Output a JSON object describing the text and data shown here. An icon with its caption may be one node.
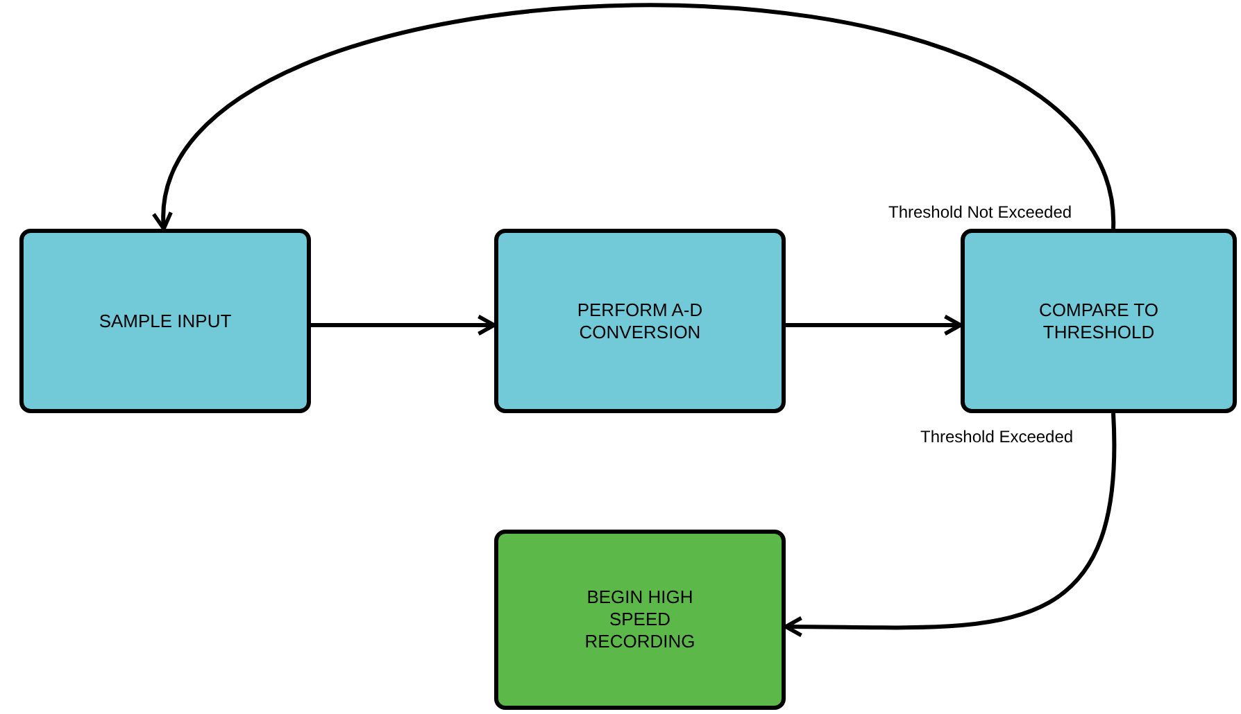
{
  "diagram": {
    "nodes": [
      {
        "text": [
          "SAMPLE INPUT"
        ]
      },
      {
        "text": [
          "PERFORM A-D CONVERSION"
        ]
      },
      {
        "text": [
          "COMPARE TO THRESHOLD"
        ]
      },
      {
        "text": [
          "BEGIN HIGH SPEED RECORDING"
        ]
      }
    ],
    "edges": [
      {
        "from": 0,
        "to": 1,
        "arrow": "to"
      },
      {
        "from": 1,
        "to": 2,
        "arrow": "to"
      },
      {
        "from": 2,
        "to": 0,
        "arrow": "to",
        "label": "Threshold Not Exceeded"
      },
      {
        "from": 2,
        "to": 3,
        "arrow": "to",
        "label": "Threshold Exceeded"
      }
    ]
  }
}
